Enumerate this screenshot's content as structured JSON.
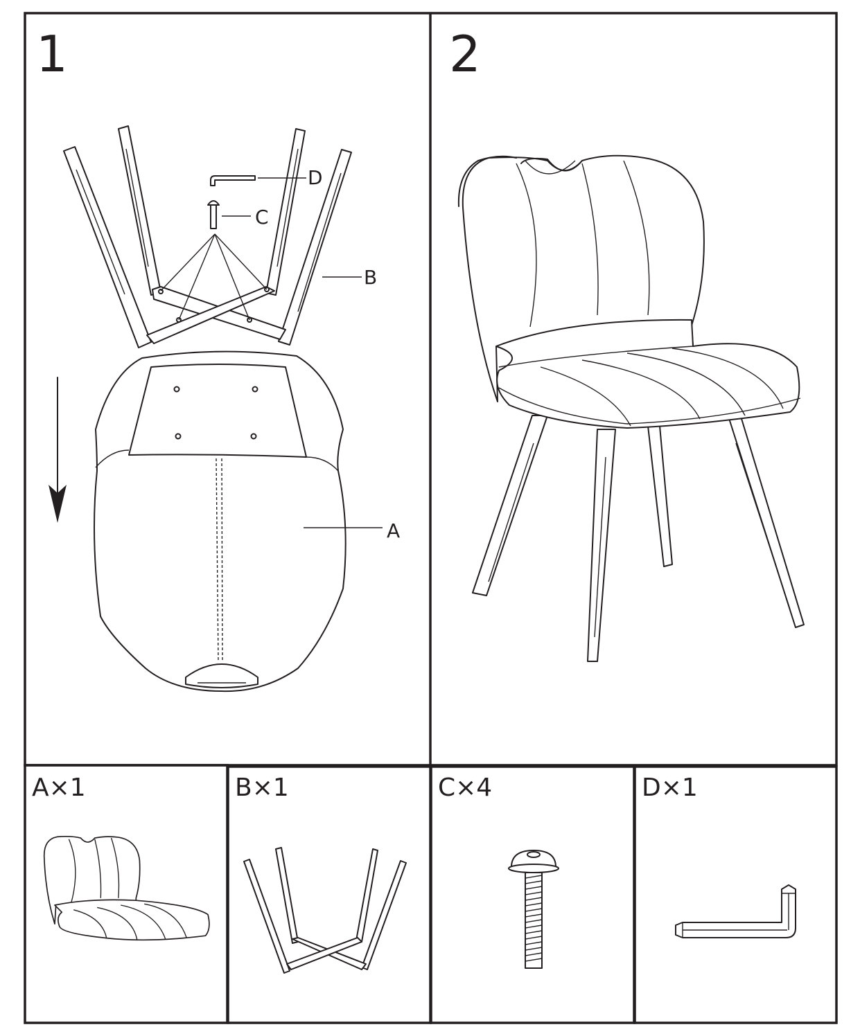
{
  "steps": [
    {
      "number": "1",
      "callouts": {
        "d": "D",
        "c": "C",
        "b": "B",
        "a": "A"
      }
    },
    {
      "number": "2"
    }
  ],
  "parts": [
    {
      "label": "A×1",
      "name": "seat"
    },
    {
      "label": "B×1",
      "name": "leg-base"
    },
    {
      "label": "C×4",
      "name": "screw"
    },
    {
      "label": "D×1",
      "name": "allen-key"
    }
  ],
  "colors": {
    "line": "#231f20",
    "background": "#ffffff"
  }
}
